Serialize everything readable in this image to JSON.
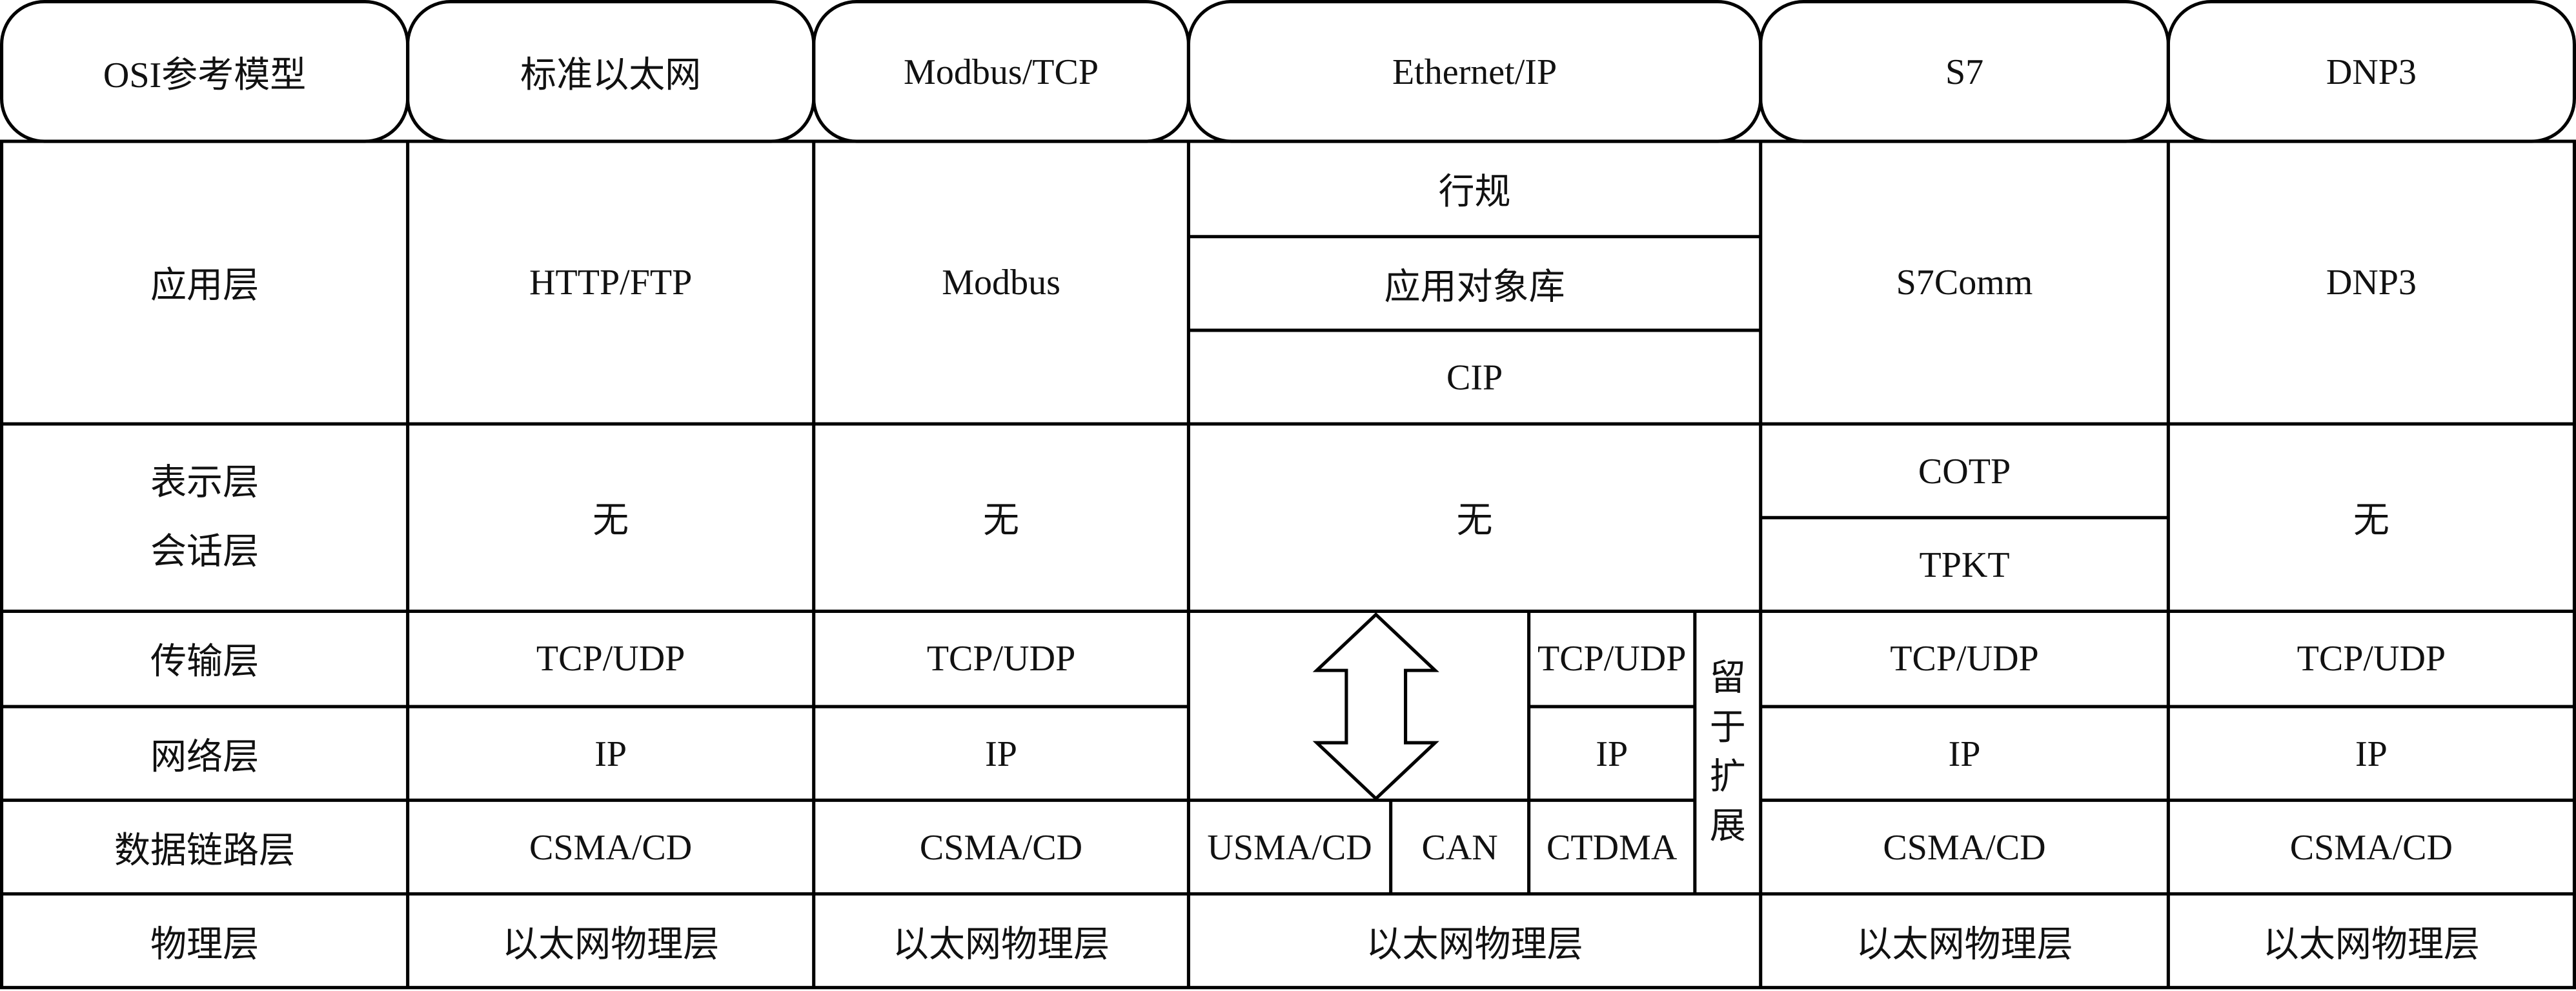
{
  "header": {
    "osi": "OSI参考模型",
    "std": "标准以太网",
    "modbus": "Modbus/TCP",
    "eip": "Ethernet/IP",
    "s7": "S7",
    "dnp3": "DNP3"
  },
  "osi_layers": {
    "application": "应用层",
    "presentation": "表示层",
    "session": "会话层",
    "transport": "传输层",
    "network": "网络层",
    "datalink": "数据链路层",
    "physical": "物理层"
  },
  "standard_ethernet": {
    "application": "HTTP/FTP",
    "pres_session": "无",
    "transport": "TCP/UDP",
    "network": "IP",
    "datalink": "CSMA/CD",
    "physical": "以太网物理层"
  },
  "modbus_tcp": {
    "application": "Modbus",
    "pres_session": "无",
    "transport": "TCP/UDP",
    "network": "IP",
    "datalink": "CSMA/CD",
    "physical": "以太网物理层"
  },
  "ethernet_ip": {
    "profile": "行规",
    "object_library": "应用对象库",
    "cip": "CIP",
    "pres_session": "无",
    "transport": "TCP/UDP",
    "network": "IP",
    "datalink_usma": "USMA/CD",
    "datalink_can": "CAN",
    "datalink_ctdma": "CTDMA",
    "reserved_chars": [
      "留",
      "于",
      "扩",
      "展"
    ],
    "physical": "以太网物理层"
  },
  "s7": {
    "application": "S7Comm",
    "cotp": "COTP",
    "tpkt": "TPKT",
    "transport": "TCP/UDP",
    "network": "IP",
    "datalink": "CSMA/CD",
    "physical": "以太网物理层"
  },
  "dnp3": {
    "application": "DNP3",
    "pres_session": "无",
    "transport": "TCP/UDP",
    "network": "IP",
    "datalink": "CSMA/CD",
    "physical": "以太网物理层"
  }
}
